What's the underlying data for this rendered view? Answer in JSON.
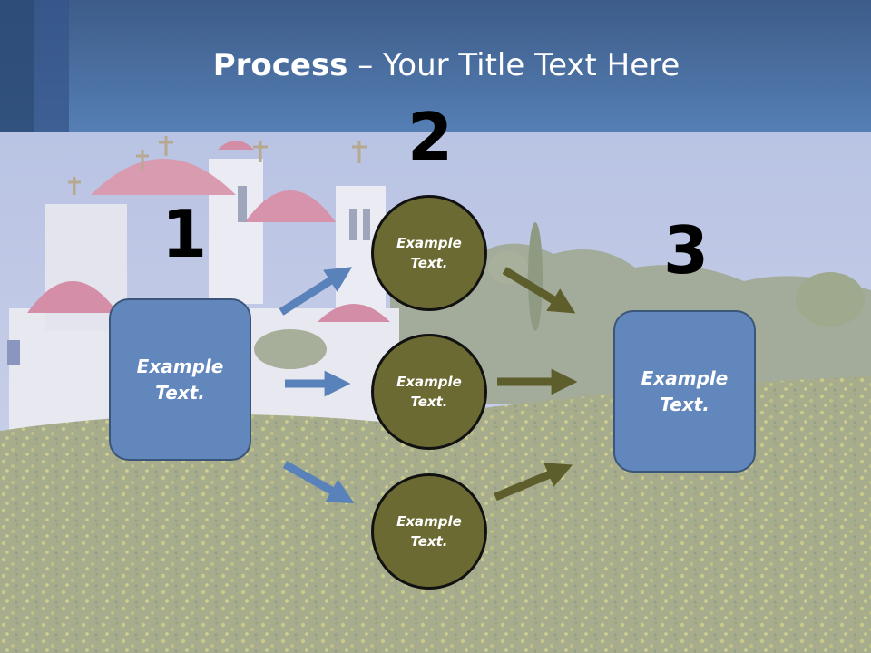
{
  "title": {
    "bold": "Process",
    "rest": " – Your Title Text Here"
  },
  "steps": [
    {
      "number": "1",
      "text_line1": "Example",
      "text_line2": "Text."
    },
    {
      "number": "2"
    },
    {
      "number": "3",
      "text_line1": "Example",
      "text_line2": "Text."
    }
  ],
  "circles": [
    {
      "text_line1": "Example",
      "text_line2": "Text."
    },
    {
      "text_line1": "Example",
      "text_line2": "Text."
    },
    {
      "text_line1": "Example",
      "text_line2": "Text."
    }
  ],
  "colors": {
    "box_fill": "#6287bd",
    "circle_fill": "#6b6a33",
    "blue_arrow": "#5a82ba",
    "olive_arrow": "#5e5e2c",
    "title_bar": "#4a6fa0"
  }
}
